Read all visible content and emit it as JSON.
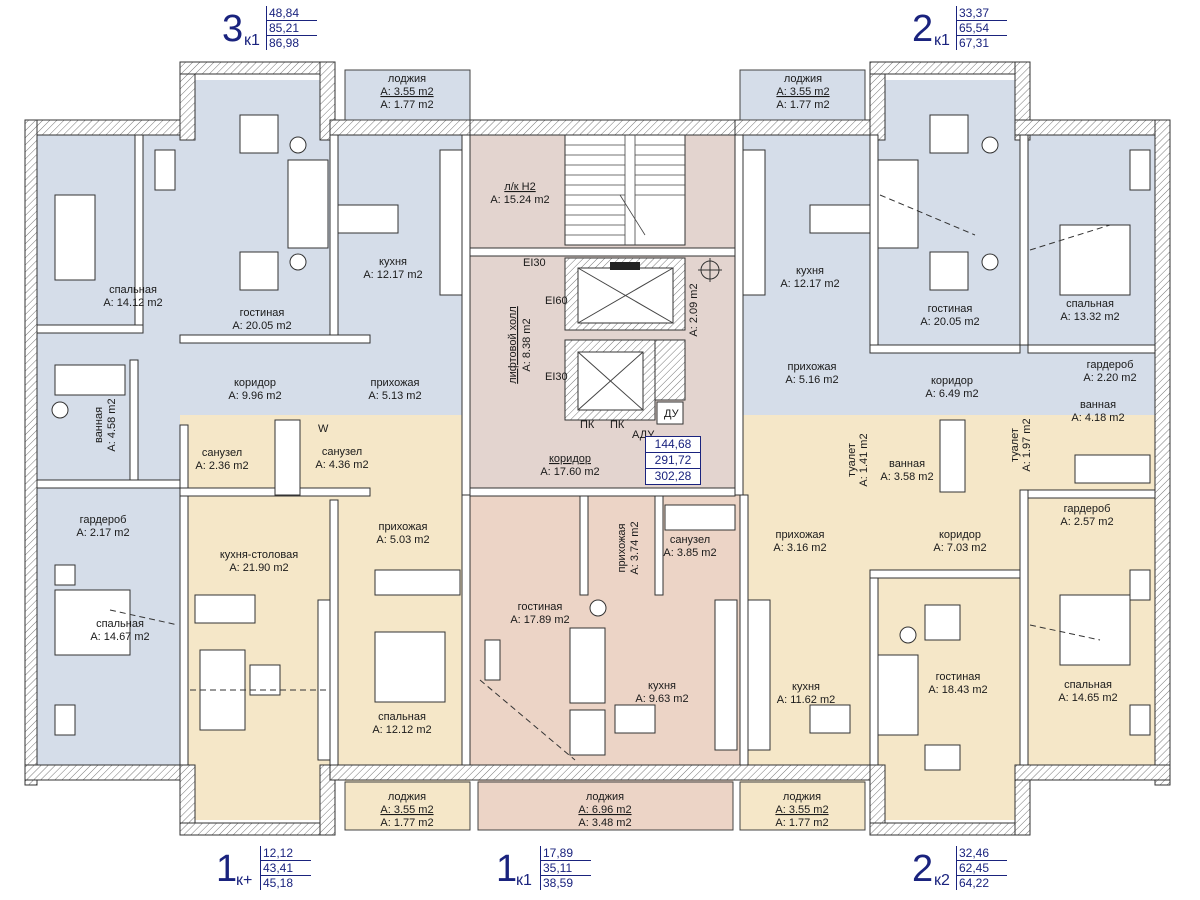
{
  "apartments": {
    "a3k1": {
      "code": "3",
      "sub": "к1",
      "v1": "48,84",
      "v2": "85,21",
      "v3": "86,98"
    },
    "a2k1": {
      "code": "2",
      "sub": "к1",
      "v1": "33,37",
      "v2": "65,54",
      "v3": "67,31"
    },
    "a1kplus": {
      "code": "1",
      "sub": "к+",
      "v1": "12,12",
      "v2": "43,41",
      "v3": "45,18"
    },
    "a1k1": {
      "code": "1",
      "sub": "к1",
      "v1": "17,89",
      "v2": "35,11",
      "v3": "38,59"
    },
    "a2k2": {
      "code": "2",
      "sub": "к2",
      "v1": "32,46",
      "v2": "62,45",
      "v3": "64,22"
    }
  },
  "totals": {
    "v1": "144,68",
    "v2": "291,72",
    "v3": "302,28"
  },
  "colors": {
    "blue_apartment": "#d5dde9",
    "tan_apartment": "#f5e7c8",
    "pink_common": "#e3d4cf",
    "pink_apartment": "#ecd4c6",
    "label_blue": "#1a237e"
  },
  "rooms": {
    "loggia_tl": {
      "name": "лоджия",
      "a1": "А: 3.55 m2",
      "a2": "А: 1.77 m2"
    },
    "loggia_tr": {
      "name": "лоджия",
      "a1": "А: 3.55 m2",
      "a2": "А: 1.77 m2"
    },
    "loggia_bl": {
      "name": "лоджия",
      "a1": "А: 3.55 m2",
      "a2": "А: 1.77 m2"
    },
    "loggia_bc": {
      "name": "лоджия",
      "a1": "А: 6.96 m2",
      "a2": "А: 3.48 m2"
    },
    "loggia_br": {
      "name": "лоджия",
      "a1": "А: 3.55 m2",
      "a2": "А: 1.77 m2"
    },
    "stair": {
      "name": "л/к Н2",
      "area": "А: 15.24 m2"
    },
    "lift_hall": {
      "name": "лифтовой холл",
      "area": "А: 8.38 m2"
    },
    "shaft_small": {
      "area": "А: 2.09 m2"
    },
    "corridor_common": {
      "name": "коридор",
      "area": "А: 17.60 m2"
    },
    "bed_tl": {
      "name": "спальная",
      "area": "А: 14.12 m2"
    },
    "living_tl": {
      "name": "гостиная",
      "area": "А: 20.05 m2"
    },
    "kitchen_tl": {
      "name": "кухня",
      "area": "А: 12.17 m2"
    },
    "corridor_tl": {
      "name": "коридор",
      "area": "А: 9.96 m2"
    },
    "hall_tl": {
      "name": "прихожая",
      "area": "А: 5.13 m2"
    },
    "bath_tl": {
      "name": "ванная",
      "area": "А: 4.58 m2"
    },
    "wardrobe_tl": {
      "name": "гардероб",
      "area": "А: 2.17 m2"
    },
    "bed_l2": {
      "name": "спальная",
      "area": "А: 14.67 m2"
    },
    "kitchen_tr": {
      "name": "кухня",
      "area": "А: 12.17 m2"
    },
    "living_tr": {
      "name": "гостиная",
      "area": "А: 20.05 m2"
    },
    "bed_tr": {
      "name": "спальная",
      "area": "А: 13.32 m2"
    },
    "hall_tr": {
      "name": "прихожая",
      "area": "А: 5.16 m2"
    },
    "corridor_tr": {
      "name": "коридор",
      "area": "А: 6.49 m2"
    },
    "wardrobe_tr": {
      "name": "гардероб",
      "area": "А: 2.20 m2"
    },
    "bath_tr": {
      "name": "ванная",
      "area": "А: 4.18 m2"
    },
    "wc_tr": {
      "name": "туалет",
      "area": "А: 1.97 m2"
    },
    "wc_tr2": {
      "name": "туалет",
      "area": "А: 1.41 m2"
    },
    "bath_tr2": {
      "name": "ванная",
      "area": "А: 3.58 m2"
    },
    "san_bl1": {
      "name": "санузел",
      "area": "А: 2.36 m2"
    },
    "san_bl2": {
      "name": "санузел",
      "area": "А: 4.36 m2"
    },
    "hall_bl": {
      "name": "прихожая",
      "area": "А: 5.03 m2"
    },
    "kitchen_bl": {
      "name": "кухня-столовая",
      "area": "А: 21.90 m2"
    },
    "bed_bl": {
      "name": "спальная",
      "area": "А: 12.12 m2"
    },
    "living_bc": {
      "name": "гостиная",
      "area": "А: 17.89 m2"
    },
    "hall_bc": {
      "name": "прихожая",
      "area": "А: 3.74 m2"
    },
    "san_bc": {
      "name": "санузел",
      "area": "А: 3.85 m2"
    },
    "kitchen_bc": {
      "name": "кухня",
      "area": "А: 9.63 m2"
    },
    "hall_br": {
      "name": "прихожая",
      "area": "А: 3.16 m2"
    },
    "corridor_br": {
      "name": "коридор",
      "area": "А: 7.03 m2"
    },
    "wardrobe_br": {
      "name": "гардероб",
      "area": "А: 2.57 m2"
    },
    "kitchen_br": {
      "name": "кухня",
      "area": "А: 11.62 m2"
    },
    "living_br": {
      "name": "гостиная",
      "area": "А: 18.43 m2"
    },
    "bed_br": {
      "name": "спальная",
      "area": "А: 14.65 m2"
    }
  },
  "tags": {
    "ei30a": "EI30",
    "ei60": "EI60",
    "ei30b": "EI30",
    "du": "ДУ",
    "pk1": "ПК",
    "pk2": "ПК",
    "adu": "АДУ",
    "w": "W"
  }
}
